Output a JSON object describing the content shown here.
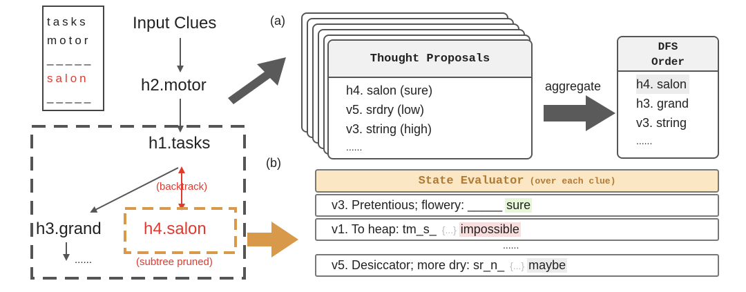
{
  "grid": {
    "line1": "tasks",
    "line2": "motor",
    "line3": "_____",
    "line4": "salon",
    "line5": "_____"
  },
  "flow": {
    "input": "Input Clues",
    "step1": "h2.motor",
    "step2": "h1.tasks"
  },
  "tree": {
    "left": "h3.grand",
    "right": "h4.salon",
    "backtrack": "(backtrack)",
    "pruned": "(subtree pruned)",
    "dots": "......"
  },
  "labels": {
    "a": "(a)",
    "b": "(b)"
  },
  "proposals": {
    "title": "Thought Proposals",
    "items": [
      "h4. salon (sure)",
      "v5. srdry (low)",
      "v3. string (high)",
      "......"
    ]
  },
  "aggregate": "aggregate",
  "dfs": {
    "title_line1": "DFS",
    "title_line2": "Order",
    "items": [
      "h4. salon",
      "h3. grand",
      "v3. string",
      "......"
    ]
  },
  "evaluator": {
    "title": "State Evaluator",
    "subtitle": "(over each clue)",
    "rows": [
      {
        "text": "v3. Pretentious; flowery: _____",
        "ellipsis": "",
        "result": "sure"
      },
      {
        "text": "v1. To heap: tm_s_",
        "ellipsis": "{...}",
        "result": "impossible"
      },
      {
        "text": "v5. Desiccator; more dry: sr_n_",
        "ellipsis": "{...}",
        "result": "maybe"
      }
    ],
    "gap": "......"
  },
  "colors": {
    "red": "#e03a2f",
    "orange": "#d9994a",
    "evaluator_bg": "#fbe7c4",
    "sure_bg": "#e5f7d6",
    "impossible_bg": "#fadddd",
    "maybe_bg": "#ececec",
    "arrow_gray": "#5a5a5a"
  }
}
